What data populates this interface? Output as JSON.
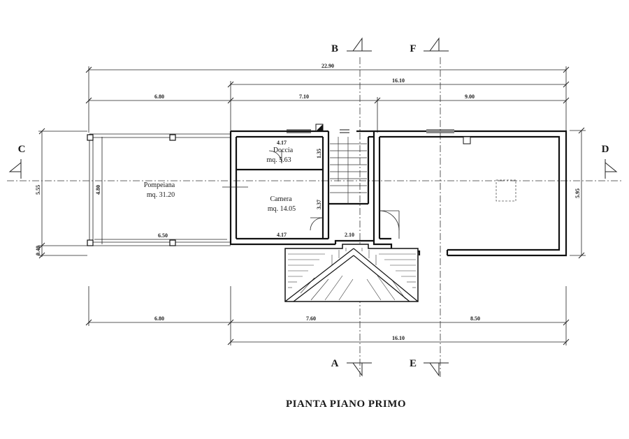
{
  "title": "PIANTA PIANO PRIMO",
  "section_markers": {
    "a": "A",
    "b": "B",
    "c": "C",
    "d": "D",
    "e": "E",
    "f": "F"
  },
  "dimensions": {
    "total_top": "22.90",
    "top_mid": "16.10",
    "top_left": "6.80",
    "top_center": "7.10",
    "top_right": "9.00",
    "bottom_left": "6.80",
    "bottom_center": "7.60",
    "bottom_right": "8.50",
    "bottom_total": "16.10",
    "left_height": "5.55",
    "left_small": "0.40",
    "right_height": "5.95",
    "pompeiana_depth": "4.80",
    "pompeiana_width": "6.50",
    "doccia_width": "4.17",
    "doccia_height": "1.35",
    "camera_height": "3.37",
    "camera_width": "4.17",
    "landing_width": "2.10"
  },
  "rooms": {
    "pompeiana": {
      "name": "Pompeiana",
      "area": "mq. 31.20"
    },
    "doccia": {
      "name": "Doccia",
      "area": "mq. 5.63"
    },
    "camera": {
      "name": "Camera",
      "area": "mq. 14.05"
    }
  }
}
